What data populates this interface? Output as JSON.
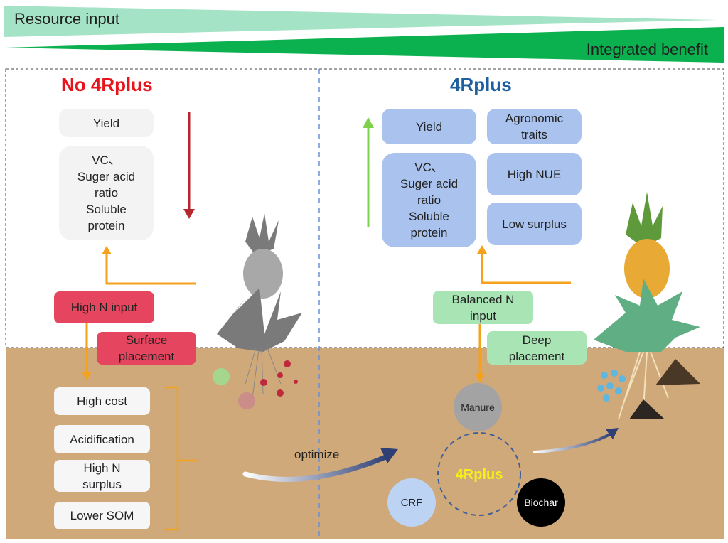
{
  "banner": {
    "resource_input": "Resource input",
    "integrated_benefit": "Integrated benefit",
    "colors": {
      "resource": "#a5e3c6",
      "benefit": "#0bb04f"
    }
  },
  "left_panel": {
    "title": "No 4Rplus",
    "title_color": "#e8141b",
    "outcomes": [
      "Yield",
      "VC、\nSuger acid\nratio\nSoluble\nprotein"
    ],
    "trend": "down",
    "inputs": [
      "High N input",
      "Surface\nplacement"
    ],
    "problems": [
      "High cost",
      "Acidification",
      "High N\nsurplus",
      "Lower SOM"
    ]
  },
  "right_panel": {
    "title": "4Rplus",
    "title_color": "#1e5f9e",
    "outcomes": [
      "Yield",
      "Agronomic\ntraits",
      "VC、\nSuger acid\nratio\nSoluble\nprotein",
      "High NUE",
      "Low surplus"
    ],
    "trend": "up",
    "inputs": [
      "Balanced N\ninput",
      "Deep\nplacement"
    ],
    "center_label": "4Rplus",
    "components": [
      "Manure",
      "CRF",
      "Biochar"
    ]
  },
  "arrow_label": "optimize",
  "colors": {
    "soil": "#cfa97a",
    "orange": "#f4a11d",
    "down_arrow": "#b5262e",
    "up_arrow": "#7ed14a",
    "curve_arrow": "#2e3f73"
  }
}
